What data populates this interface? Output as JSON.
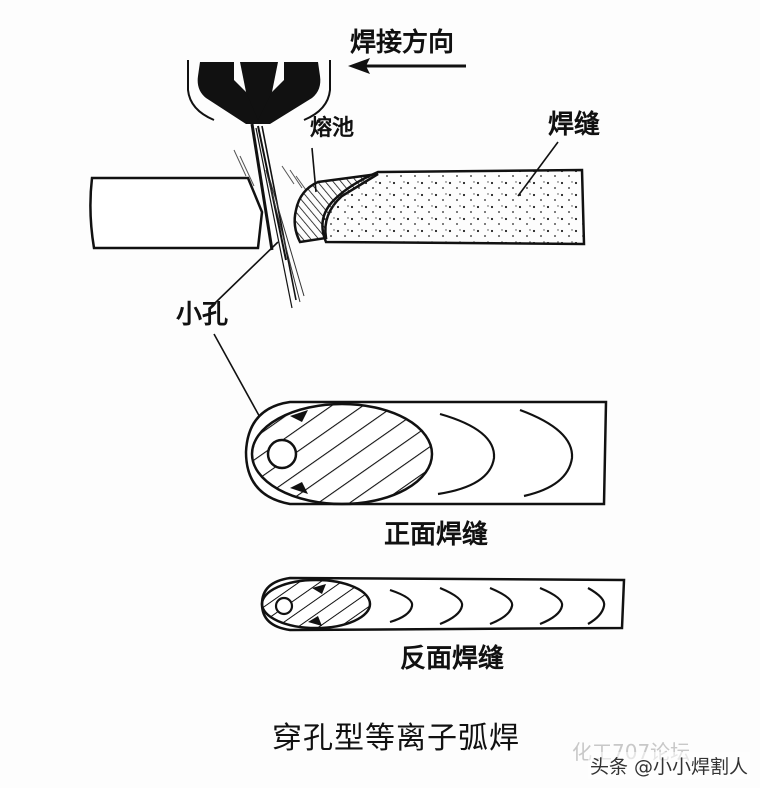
{
  "labels": {
    "welding_direction": "焊接方向",
    "weld_pool": "熔池",
    "weld_seam": "焊缝",
    "keyhole": "小孔",
    "front_weld": "正面焊缝",
    "back_weld": "反面焊缝"
  },
  "caption": "穿孔型等离子弧焊",
  "watermark": {
    "faint_text": "化工707论坛",
    "text": "头条 @小小焊割人"
  },
  "colors": {
    "ink": "#111111",
    "paper": "#fdfdfd"
  }
}
